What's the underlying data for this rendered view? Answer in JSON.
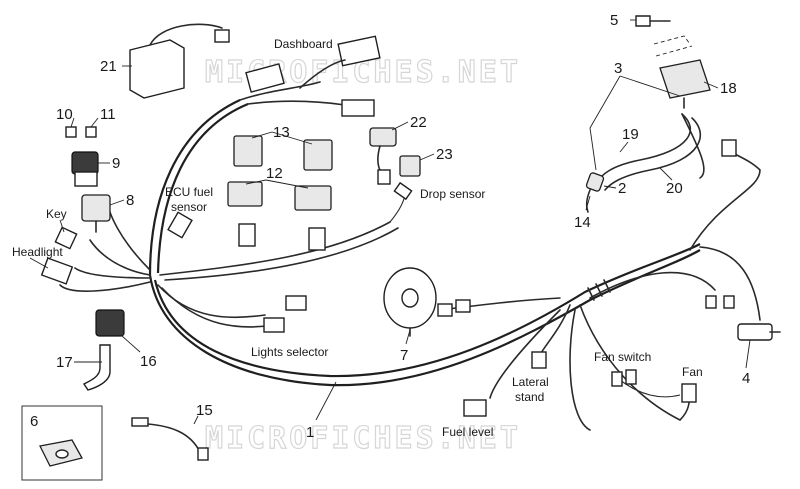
{
  "watermark": "MICROFICHES.NET",
  "part_numbers": [
    "1",
    "2",
    "3",
    "4",
    "5",
    "6",
    "7",
    "8",
    "9",
    "10",
    "11",
    "12",
    "13",
    "14",
    "15",
    "16",
    "17",
    "18",
    "19",
    "20",
    "21",
    "22",
    "23"
  ],
  "labels": {
    "dashboard": "Dashboard",
    "ecu_fuel_sensor_line1": "ECU fuel",
    "ecu_fuel_sensor_line2": "sensor",
    "key": "Key",
    "headlight": "Headlight",
    "drop_sensor": "Drop sensor",
    "lights_selector": "Lights selector",
    "lateral_stand_line1": "Lateral",
    "lateral_stand_line2": "stand",
    "fuel_level": "Fuel level",
    "fan_switch": "Fan switch",
    "fan": "Fan"
  }
}
